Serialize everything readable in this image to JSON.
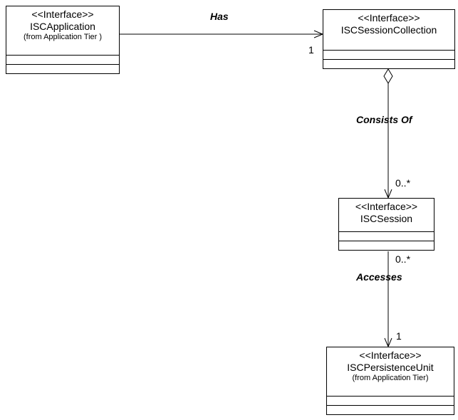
{
  "diagram": {
    "background_color": "#ffffff",
    "line_color": "#000000"
  },
  "classes": [
    {
      "stereotype": "<<Interface>>",
      "name": "ISCApplication",
      "package": "(from Application Tier )"
    },
    {
      "stereotype": "<<Interface>>",
      "name": "ISCSessionCollection"
    },
    {
      "stereotype": "<<Interface>>",
      "name": "ISCSession"
    },
    {
      "stereotype": "<<Interface>>",
      "name": "ISCPersistenceUnit",
      "package": "(from Application Tier)"
    }
  ],
  "relations": [
    {
      "label": "Has",
      "type": "association",
      "source": "ISCApplication",
      "target": "ISCSessionCollection",
      "target_multiplicity": "1"
    },
    {
      "label": "Consists Of",
      "type": "aggregation",
      "source": "ISCSessionCollection",
      "target": "ISCSession",
      "target_multiplicity": "0..*"
    },
    {
      "label": "Accesses",
      "type": "association",
      "source": "ISCSession",
      "target": "ISCPersistenceUnit",
      "source_multiplicity": "0..*",
      "target_multiplicity": "1"
    }
  ]
}
